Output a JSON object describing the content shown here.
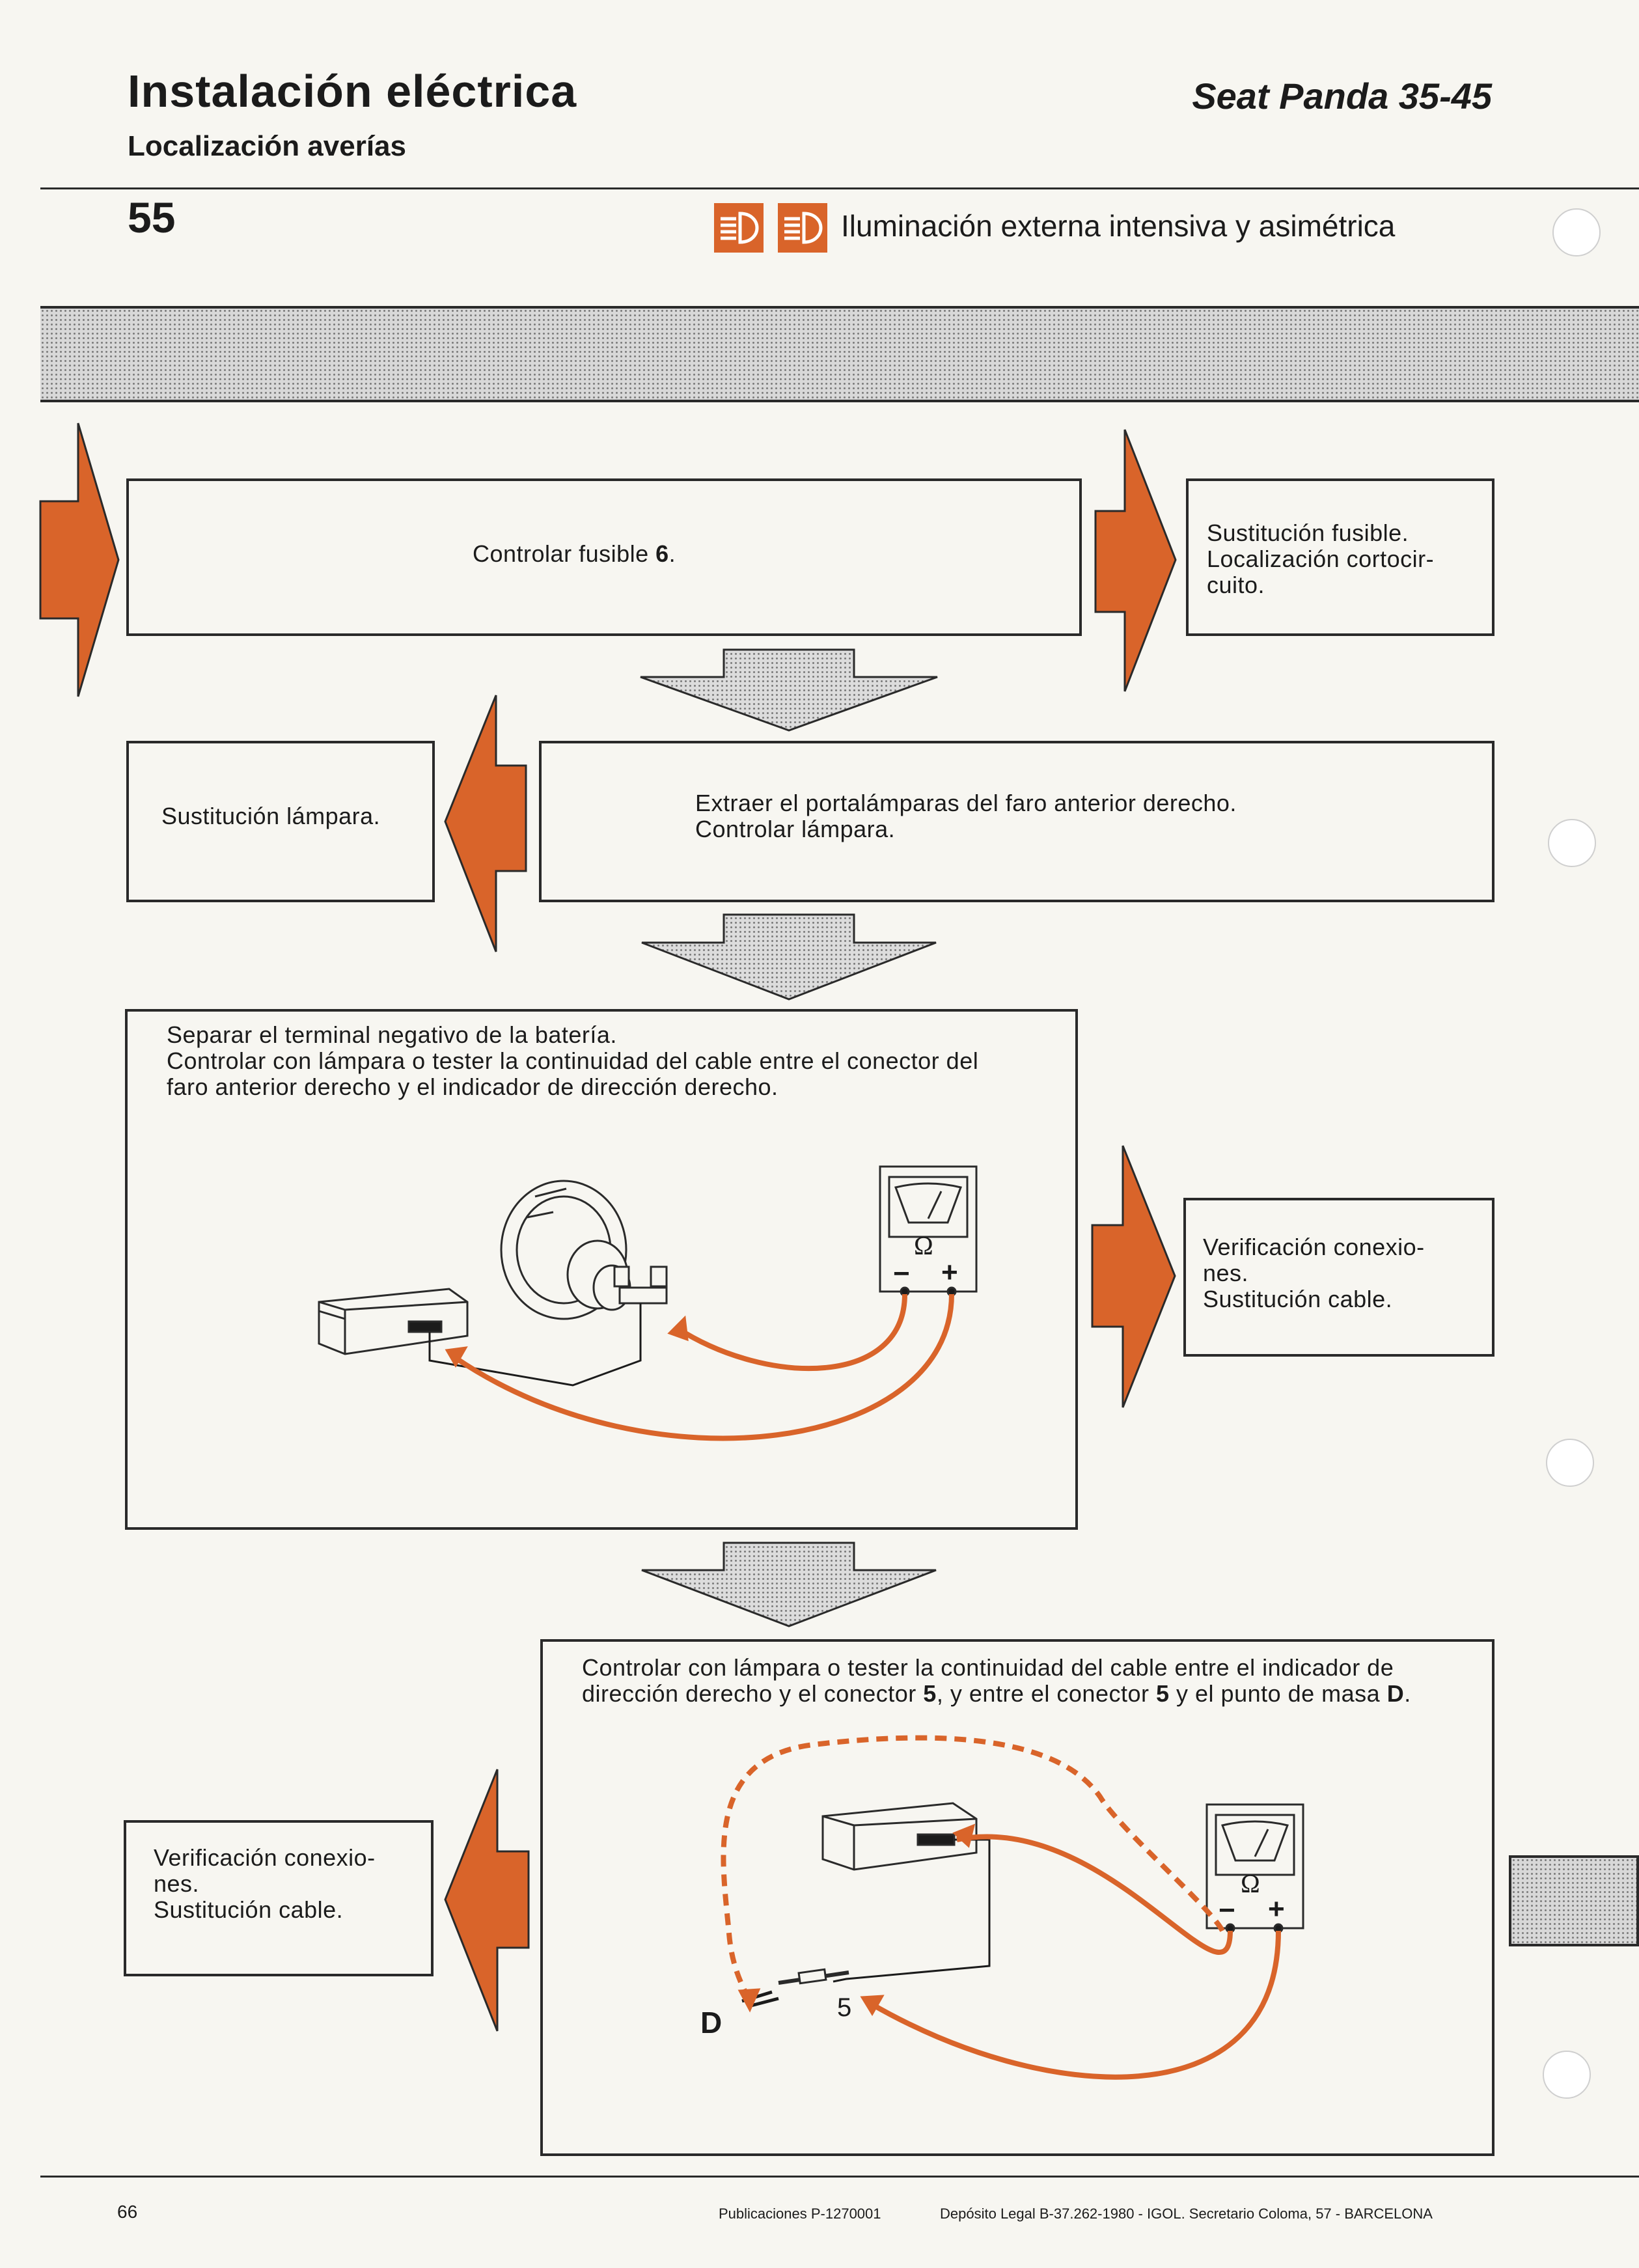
{
  "header": {
    "title": "Instalación eléctrica",
    "subtitle": "Localización averías",
    "brand": "Seat Panda 35-45",
    "section_number": "55",
    "section_title": "Iluminación externa intensiva y asimétrica",
    "icons": [
      "high-beam-icon",
      "high-beam-icon"
    ]
  },
  "steps": {
    "step1": {
      "pre": "Controlar fusible ",
      "bold": "6",
      "post": "."
    },
    "step1_fail": "Sustitución fusible.\nLocalización cortocir-\ncuito.",
    "step2": "Extraer el portalámparas del faro anterior derecho.\nControlar lámpara.",
    "step2_fail": "Sustitución lámpara.",
    "step3": "Separar el terminal negativo de la batería.\nControlar con lámpara o tester la continuidad del cable entre el conector del\nfaro anterior derecho y el indicador de dirección derecho.",
    "step3_fail": "Verificación conexio-\nnes.\nSustitución cable.",
    "step4": {
      "l1": "Controlar con lámpara o tester la continuidad del cable entre el indicador de",
      "l2a": "dirección derecho y el conector ",
      "b1": "5",
      "l2b": ", y entre el conector ",
      "b2": "5",
      "l2c": " y el punto de masa ",
      "b3": "D",
      "l2d": "."
    },
    "step4_fail": "Verificación conexio-\nnes.\nSustitución cable."
  },
  "diagram": {
    "ohm_symbol": "Ω",
    "minus": "−",
    "plus": "+",
    "connector_label": "5",
    "ground_label": "D"
  },
  "footer": {
    "page_number": "66",
    "publication": "Publicaciones P-1270001",
    "legal": "Depósito Legal B-37.262-1980 - IGOL. Secretario Coloma, 57 - BARCELONA"
  },
  "colors": {
    "accent": "#d9642a",
    "ink": "#2a2a2a",
    "paper": "#f7f6f1"
  }
}
